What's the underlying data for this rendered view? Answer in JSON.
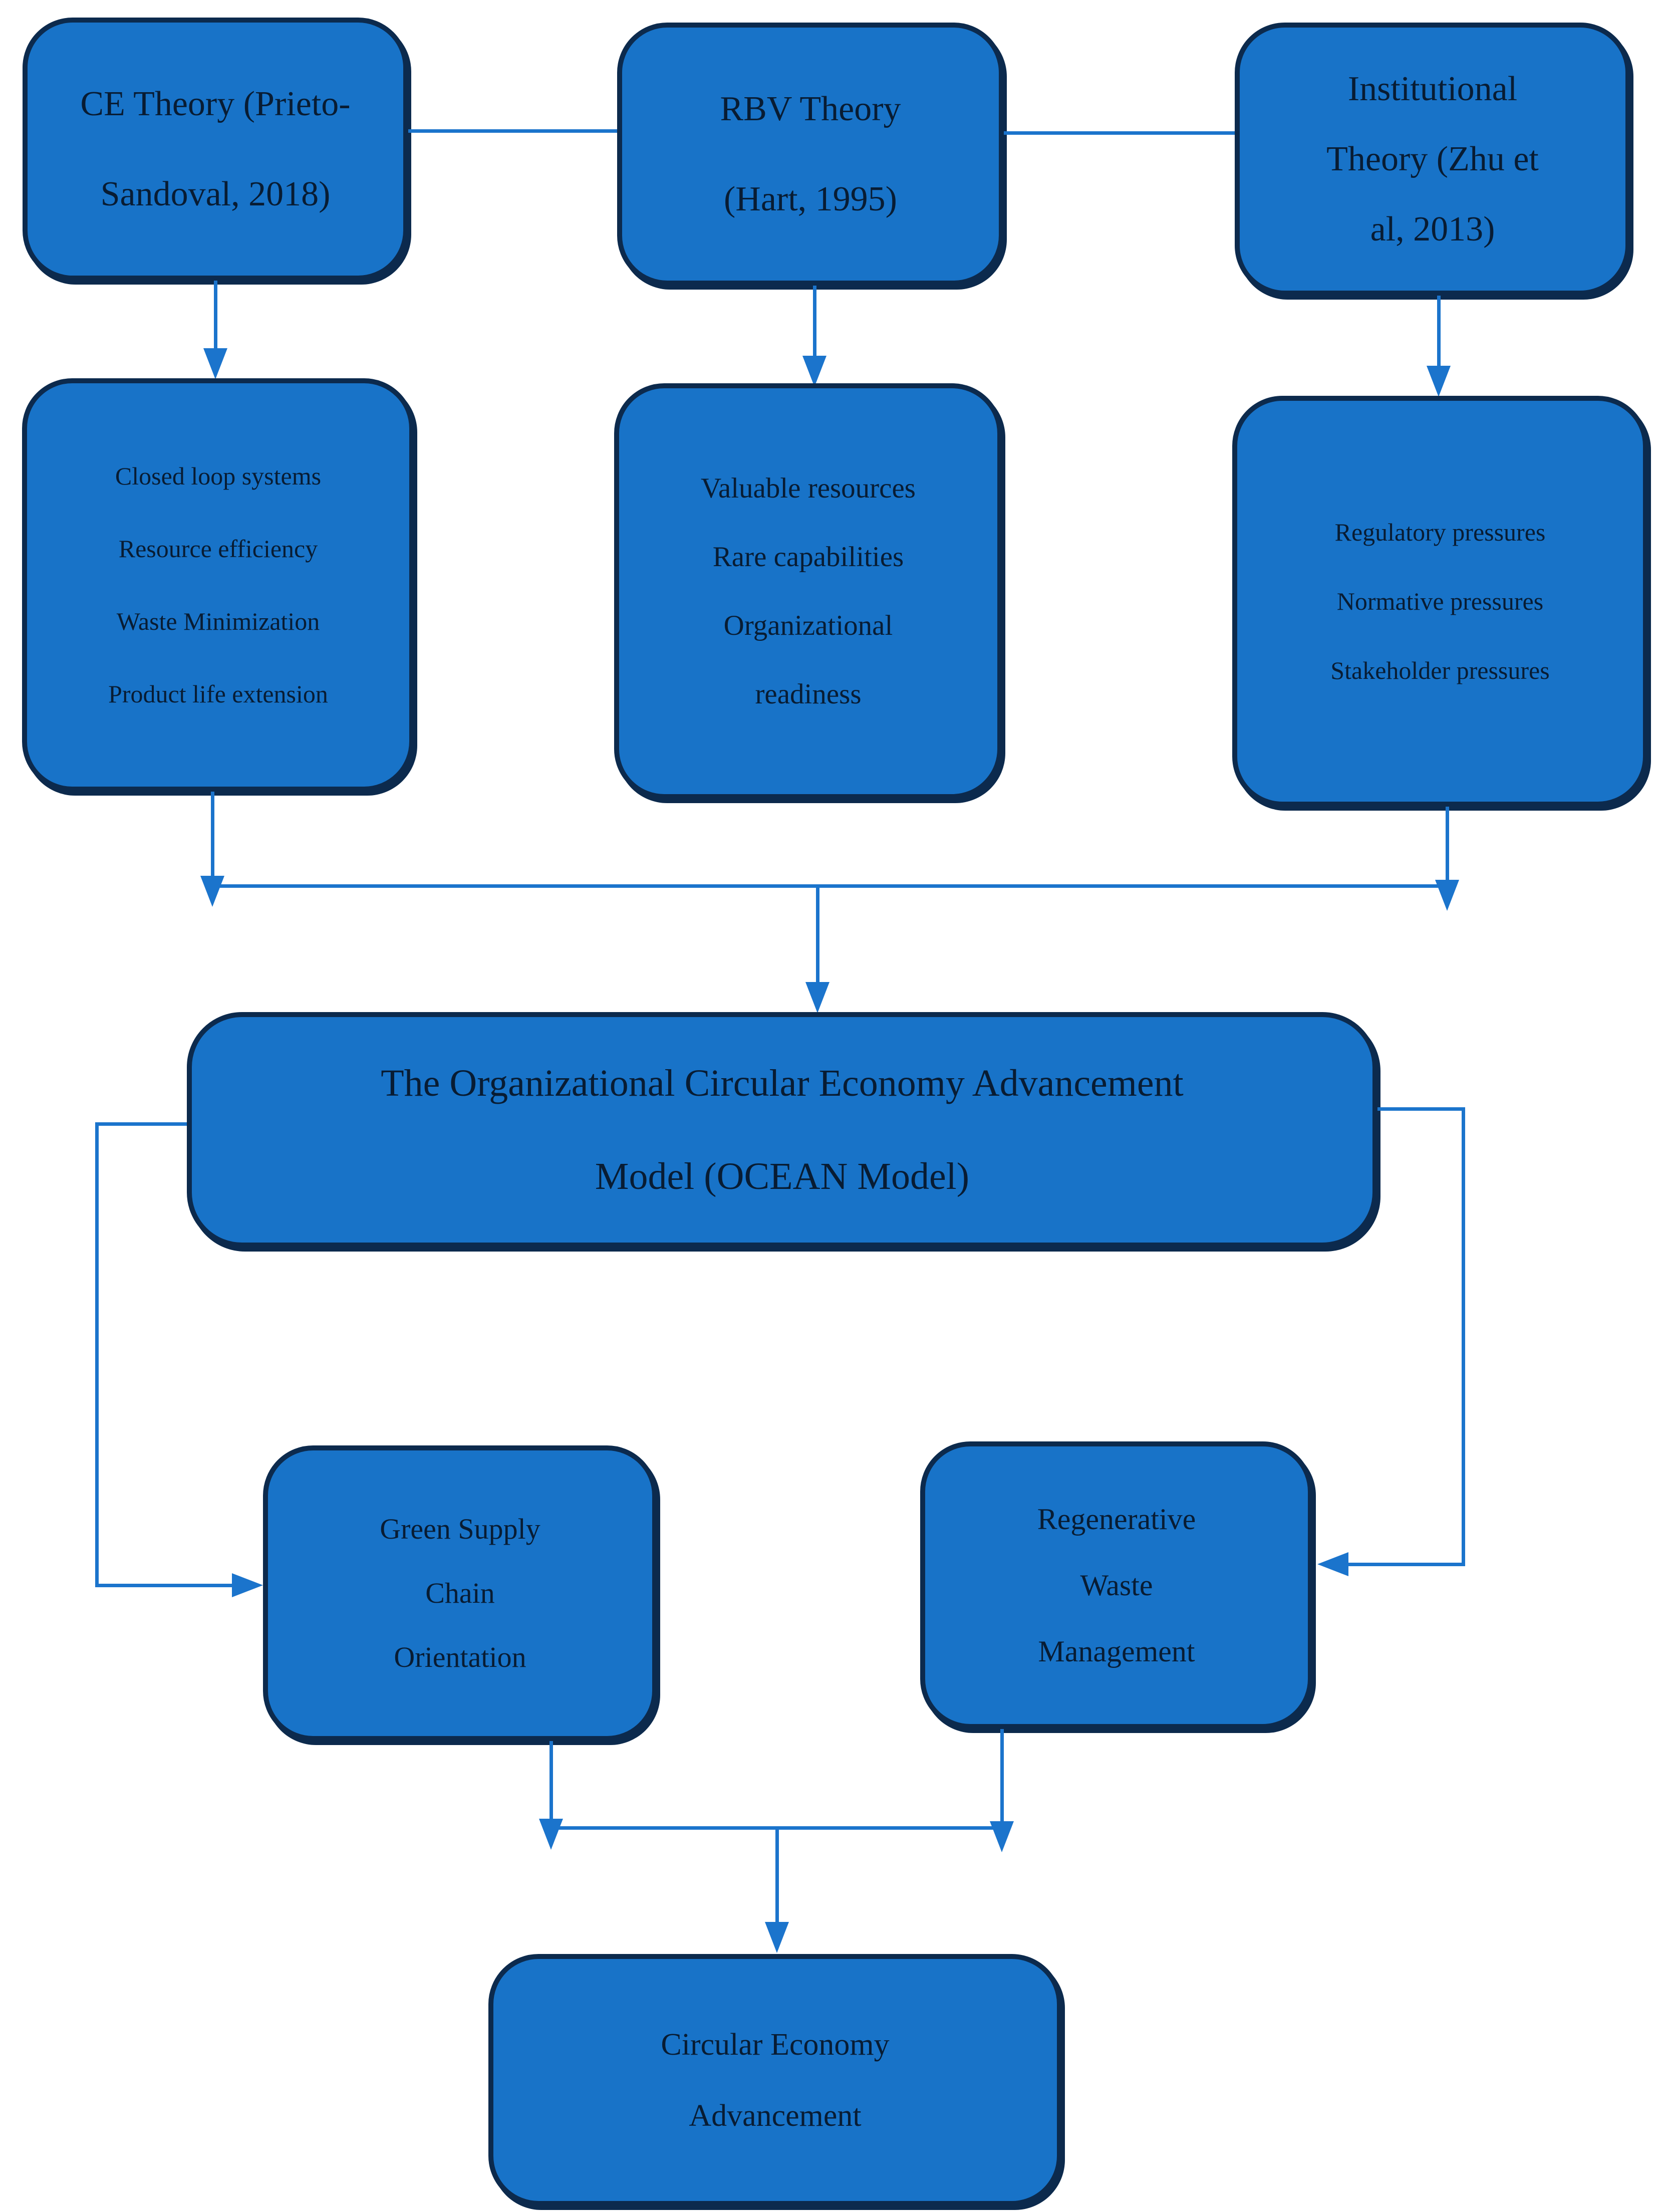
{
  "diagram": {
    "title": "OCEAN Model theoretical framework flowchart",
    "colors": {
      "box_fill": "#1873C8",
      "box_border": "#0C2A4D",
      "connector_blue": "#1B74CC",
      "text_dark": "#081C33"
    },
    "boxes": {
      "ce_theory": {
        "lines": [
          "CE Theory (Prieto-",
          "Sandoval, 2018)"
        ]
      },
      "rbv_theory": {
        "lines": [
          "RBV Theory",
          "(Hart, 1995)"
        ]
      },
      "institutional_theory": {
        "lines": [
          "Institutional",
          "Theory (Zhu et",
          "al, 2013)"
        ]
      },
      "ce_items": {
        "lines": [
          "Closed loop systems",
          "Resource efficiency",
          "Waste Minimization",
          "Product life extension"
        ]
      },
      "rbv_items": {
        "lines": [
          "Valuable resources",
          "Rare capabilities",
          "Organizational",
          "readiness"
        ]
      },
      "institutional_items": {
        "lines": [
          "Regulatory pressures",
          "Normative pressures",
          "Stakeholder pressures"
        ]
      },
      "ocean": {
        "lines": [
          "The Organizational Circular Economy Advancement",
          "Model (OCEAN Model)"
        ]
      },
      "gsco": {
        "lines": [
          "Green Supply",
          "Chain",
          "Orientation"
        ]
      },
      "rwm": {
        "lines": [
          "Regenerative",
          "Waste",
          "Management"
        ]
      },
      "cea": {
        "lines": [
          "Circular Economy",
          "Advancement"
        ]
      }
    }
  }
}
